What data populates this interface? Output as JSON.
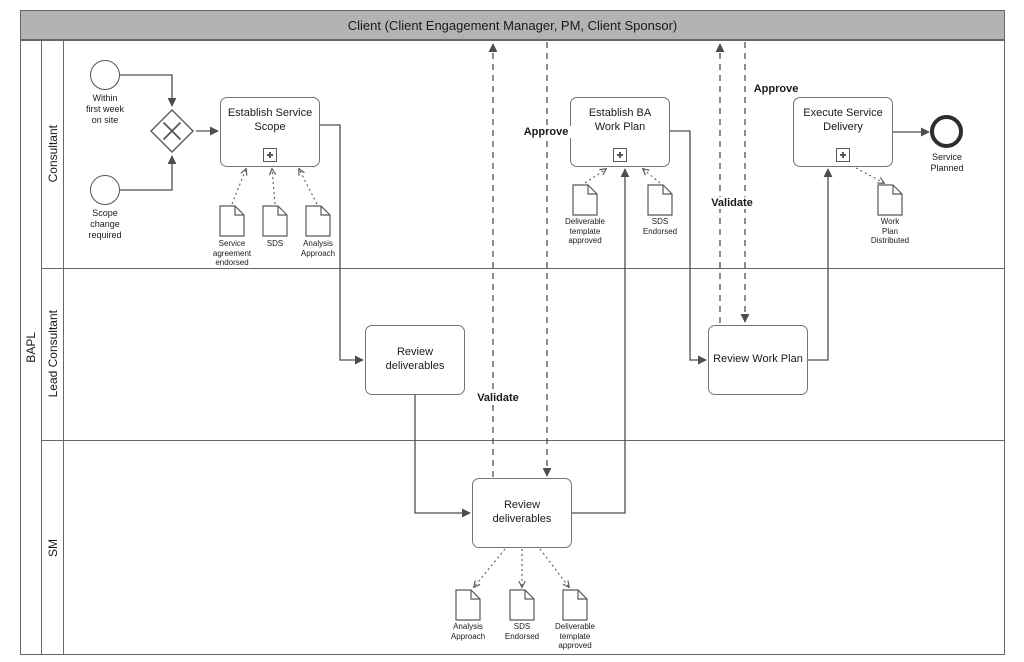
{
  "colors": {
    "header_bg": "#b3b3b3",
    "lane_border": "#676767",
    "flow_line": "#4d4d4d"
  },
  "client_pool": {
    "title": "Client (Client Engagement Manager, PM, Client Sponsor)"
  },
  "pool": {
    "label": "BAPL",
    "lanes": {
      "consultant": "Consultant",
      "lead_consultant": "Lead Consultant",
      "sm": "SM"
    }
  },
  "events": {
    "start_within_first_week": "Within\nfirst week\non site",
    "start_scope_change": "Scope\nchange\nrequired",
    "end_service_planned": "Service\nPlanned"
  },
  "tasks": {
    "establish_service_scope": "Establish Service\nScope",
    "establish_ba_work_plan": "Establish BA\nWork Plan",
    "execute_service_delivery": "Execute Service\nDelivery",
    "review_deliverables_lead": "Review\ndeliverables",
    "review_work_plan": "Review Work Plan",
    "review_deliverables_sm": "Review\ndeliverables"
  },
  "documents": {
    "service_agreement_endorsed": "Service\nagreement\nendorsed",
    "sds": "SDS",
    "analysis_approach": "Analysis\nApproach",
    "deliverable_template_approved": "Deliverable\ntemplate\napproved",
    "sds_endorsed": "SDS\nEndorsed",
    "work_plan_distributed": "Work\nPlan\nDistributed",
    "analysis_approach_sm": "Analysis\nApproach",
    "sds_endorsed_sm": "SDS\nEndorsed",
    "deliverable_template_approved_sm": "Deliverable\ntemplate\napproved"
  },
  "flow_labels": {
    "approve_ba": "Approve",
    "validate_ba": "Validate",
    "approve_wp": "Approve",
    "validate_wp": "Validate"
  }
}
